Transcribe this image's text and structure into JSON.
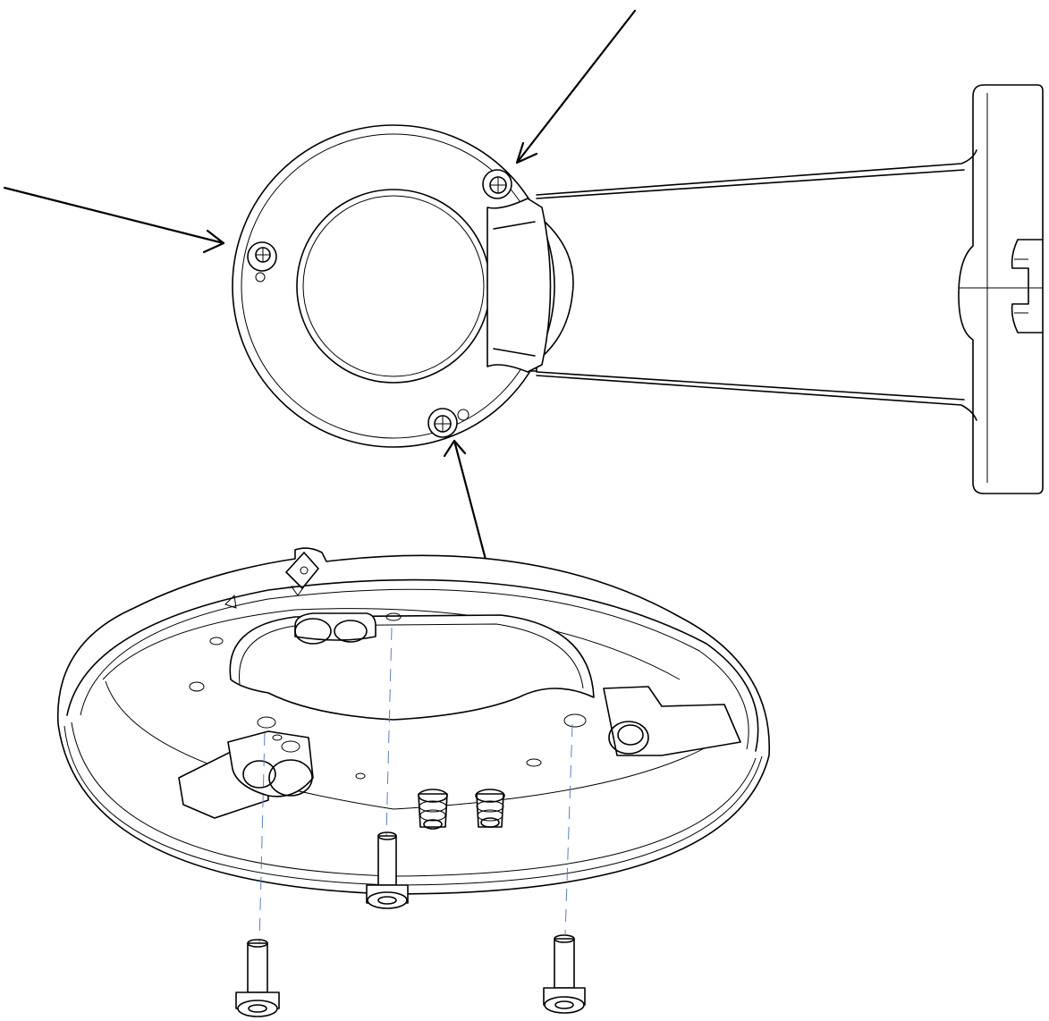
{
  "diagram": {
    "line_color": "#000000",
    "guide_line_color": "#5b7fc4",
    "background": "#ffffff",
    "parts": [
      "wall-mount-bracket",
      "mounting-ring",
      "dome-base-plate",
      "cap-screw",
      "cap-screw",
      "cap-screw"
    ],
    "icons": [
      "arrow-icon",
      "arrow-icon",
      "arrow-icon",
      "screw-hole-icon",
      "screw-hole-icon",
      "screw-hole-icon"
    ]
  }
}
